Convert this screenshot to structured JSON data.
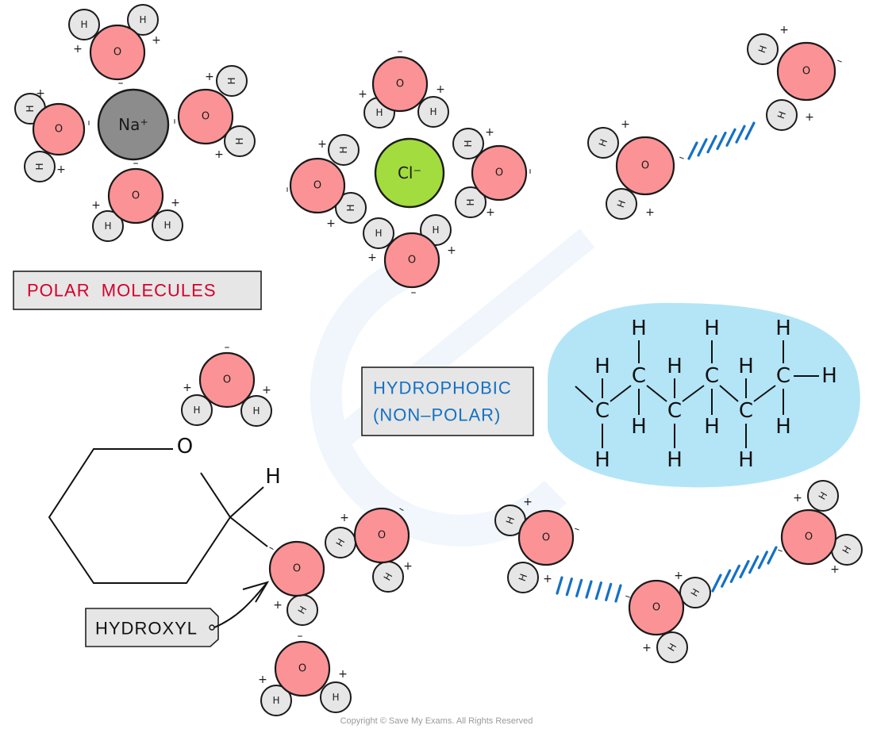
{
  "diagram": {
    "title": "Polar and non-polar molecule interactions with water",
    "colors": {
      "oxygen": "#fb9396",
      "hydrogen": "#e6e6e6",
      "sodium": "#8c8c8c",
      "chloride": "#a2dc3f",
      "hydrogen_bond": "#1471c4",
      "polar_label": "#d5002a",
      "hydrophobic_label": "#1471c4",
      "hydrophobic_region": "#b3e5f7",
      "ring_oxygen": "#d5002a"
    },
    "labels": {
      "polar_molecules": "POLAR  MOLECULES",
      "hydrophobic_line1": "HYDROPHOBIC",
      "hydrophobic_line2": "(NON–POLAR)",
      "hydroxyl": "HYDROXYL"
    },
    "symbols": {
      "oxygen": "O",
      "hydrogen": "H",
      "carbon": "C",
      "sodium_ion": "Na⁺",
      "chloride_ion": "Cl⁻",
      "ring_oxygen": "O",
      "ring_hydrogen": "H",
      "positive": "+",
      "negative": "–"
    },
    "groups": [
      {
        "name": "sodium-ion-hydration-shell",
        "ion": "Na+",
        "water_count": 4
      },
      {
        "name": "chloride-ion-hydration-shell",
        "ion": "Cl-",
        "water_count": 4
      },
      {
        "name": "water-hydrogen-bond-pair",
        "water_count": 2,
        "hydrogen_bonds": 1
      },
      {
        "name": "hydroxyl-group-hydration",
        "water_count": 3
      },
      {
        "name": "hydrocarbon-chain",
        "carbon_count": 6
      },
      {
        "name": "water-hydrogen-bond-chain",
        "water_count": 3,
        "hydrogen_bonds": 2
      }
    ],
    "copyright": "Copyright © Save My Exams. All Rights Reserved"
  }
}
